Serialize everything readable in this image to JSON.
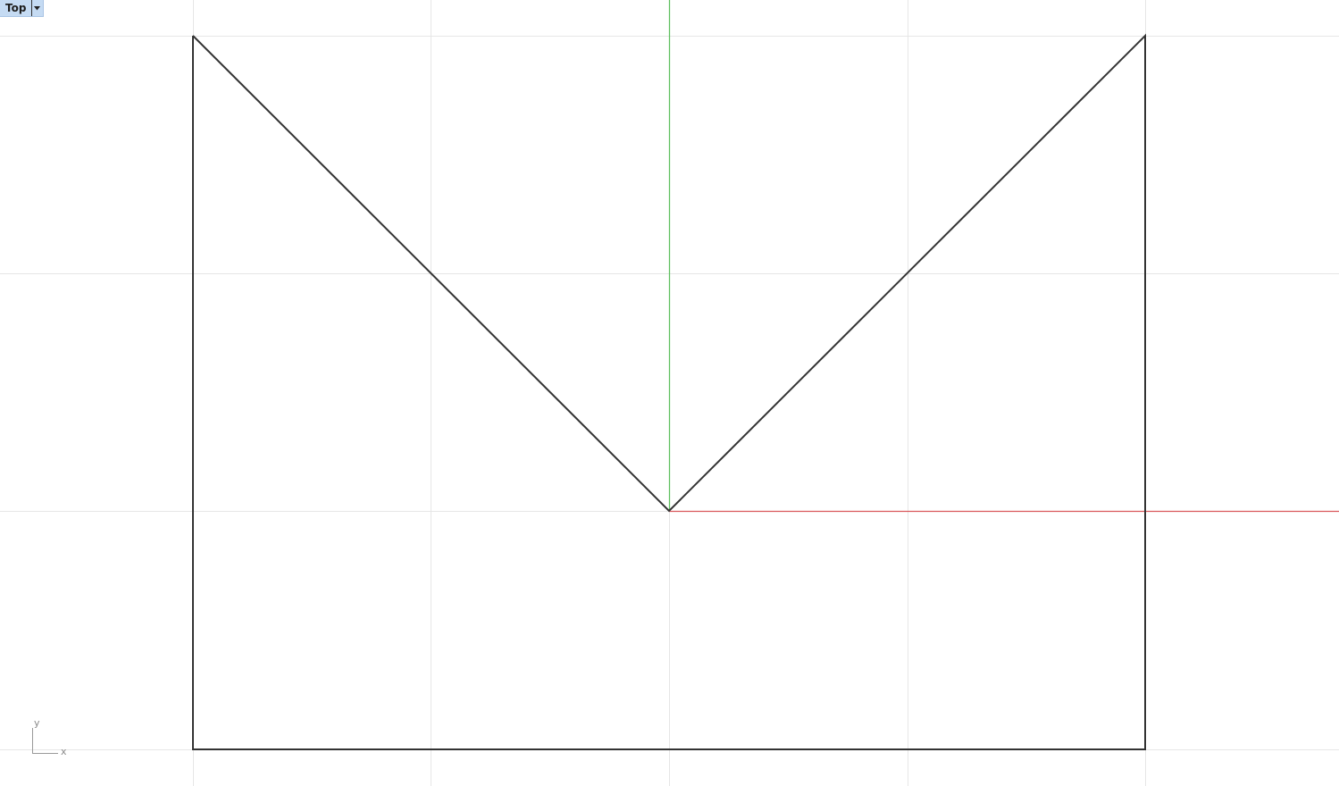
{
  "viewport": {
    "name": "Top",
    "background": "#ffffff",
    "grid_color": "#e6e6e6",
    "x_axis_color": "#d9575c",
    "y_axis_color": "#5fbf5f",
    "curve_color": "#333333"
  },
  "axis_icon": {
    "x_label": "x",
    "y_label": "y"
  }
}
